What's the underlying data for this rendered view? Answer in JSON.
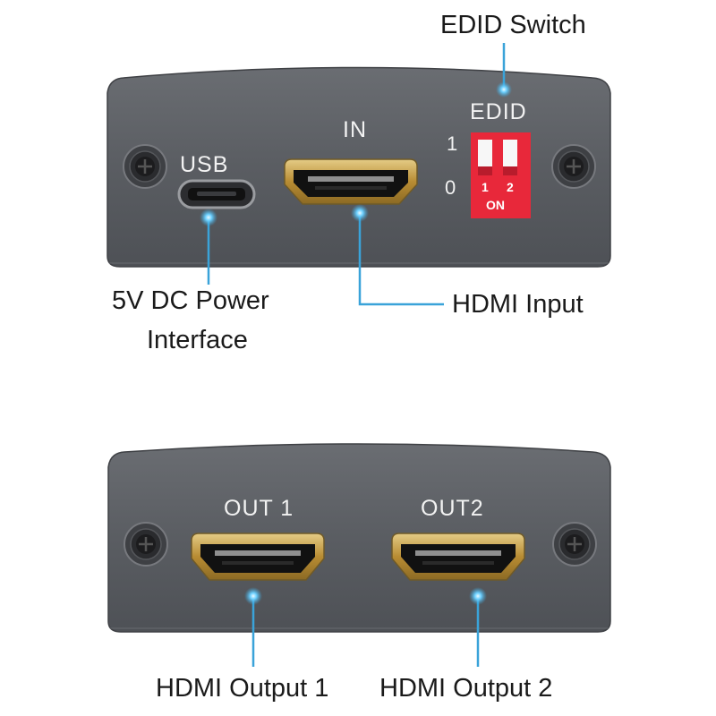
{
  "callouts": {
    "edid_switch": "EDID Switch",
    "power_line1": "5V DC Power",
    "power_line2": "Interface",
    "hdmi_input": "HDMI Input",
    "hdmi_output_1": "HDMI Output 1",
    "hdmi_output_2": "HDMI Output 2"
  },
  "panel_top": {
    "usb_label": "USB",
    "in_label": "IN",
    "edid_label": "EDID",
    "switch_pos_1": "1",
    "switch_pos_0": "0",
    "dip_num_1": "1",
    "dip_num_2": "2",
    "dip_on": "ON"
  },
  "panel_bottom": {
    "out1_label": "OUT 1",
    "out2_label": "OUT2"
  },
  "colors": {
    "panel": "#5b5e63",
    "callout_line": "#3aa3d9",
    "dip_switch": "#e8283a",
    "hdmi_gold": "#c9a24a"
  }
}
